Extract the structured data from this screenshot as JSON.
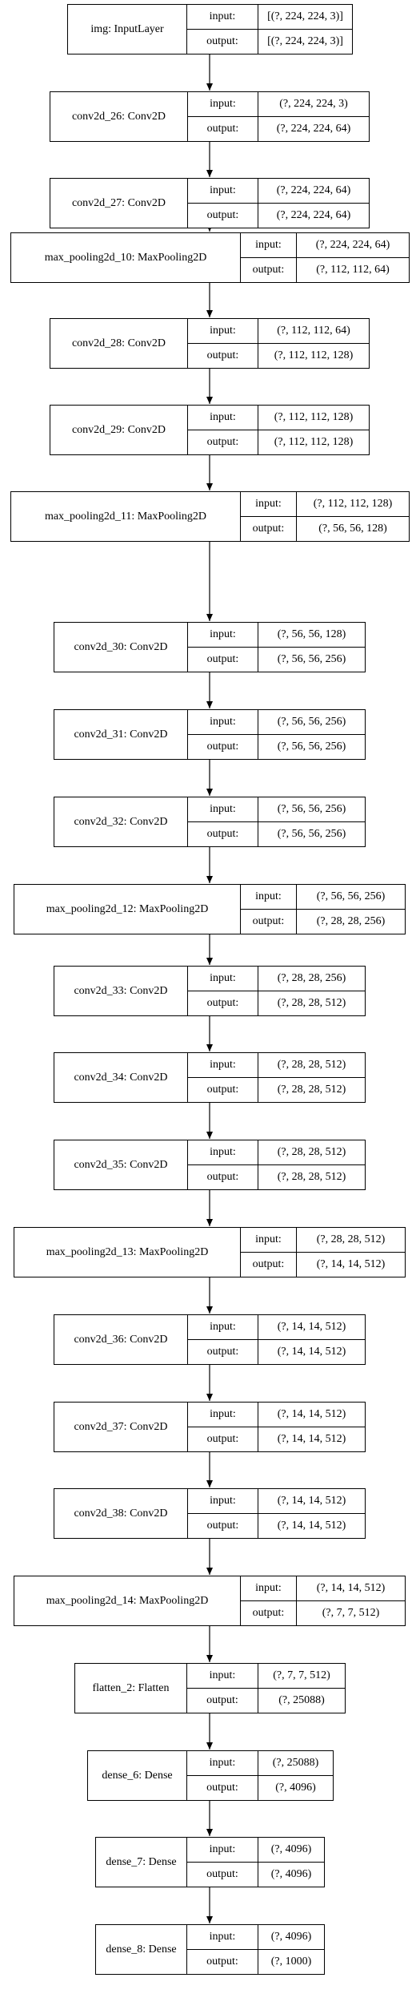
{
  "input_label": "input:",
  "output_label": "output:",
  "layers": [
    {
      "name": "img: InputLayer",
      "input": "[(?, 224, 224, 3)]",
      "output": "[(?, 224, 224, 3)]"
    },
    {
      "name": "conv2d_26: Conv2D",
      "input": "(?, 224, 224, 3)",
      "output": "(?, 224, 224, 64)"
    },
    {
      "name": "conv2d_27: Conv2D",
      "input": "(?, 224, 224, 64)",
      "output": "(?, 224, 224, 64)"
    },
    {
      "name": "max_pooling2d_10: MaxPooling2D",
      "input": "(?, 224, 224, 64)",
      "output": "(?, 112, 112, 64)"
    },
    {
      "name": "conv2d_28: Conv2D",
      "input": "(?, 112, 112, 64)",
      "output": "(?, 112, 112, 128)"
    },
    {
      "name": "conv2d_29: Conv2D",
      "input": "(?, 112, 112, 128)",
      "output": "(?, 112, 112, 128)"
    },
    {
      "name": "max_pooling2d_11: MaxPooling2D",
      "input": "(?, 112, 112, 128)",
      "output": "(?, 56, 56, 128)"
    },
    {
      "name": "conv2d_30: Conv2D",
      "input": "(?, 56, 56, 128)",
      "output": "(?, 56, 56, 256)"
    },
    {
      "name": "conv2d_31: Conv2D",
      "input": "(?, 56, 56, 256)",
      "output": "(?, 56, 56, 256)"
    },
    {
      "name": "conv2d_32: Conv2D",
      "input": "(?, 56, 56, 256)",
      "output": "(?, 56, 56, 256)"
    },
    {
      "name": "max_pooling2d_12: MaxPooling2D",
      "input": "(?, 56, 56, 256)",
      "output": "(?, 28, 28, 256)"
    },
    {
      "name": "conv2d_33: Conv2D",
      "input": "(?, 28, 28, 256)",
      "output": "(?, 28, 28, 512)"
    },
    {
      "name": "conv2d_34: Conv2D",
      "input": "(?, 28, 28, 512)",
      "output": "(?, 28, 28, 512)"
    },
    {
      "name": "conv2d_35: Conv2D",
      "input": "(?, 28, 28, 512)",
      "output": "(?, 28, 28, 512)"
    },
    {
      "name": "max_pooling2d_13: MaxPooling2D",
      "input": "(?, 28, 28, 512)",
      "output": "(?, 14, 14, 512)"
    },
    {
      "name": "conv2d_36: Conv2D",
      "input": "(?, 14, 14, 512)",
      "output": "(?, 14, 14, 512)"
    },
    {
      "name": "conv2d_37: Conv2D",
      "input": "(?, 14, 14, 512)",
      "output": "(?, 14, 14, 512)"
    },
    {
      "name": "conv2d_38: Conv2D",
      "input": "(?, 14, 14, 512)",
      "output": "(?, 14, 14, 512)"
    },
    {
      "name": "max_pooling2d_14: MaxPooling2D",
      "input": "(?, 14, 14, 512)",
      "output": "(?, 7, 7, 512)"
    },
    {
      "name": "flatten_2: Flatten",
      "input": "(?, 7, 7, 512)",
      "output": "(?, 25088)"
    },
    {
      "name": "dense_6: Dense",
      "input": "(?, 25088)",
      "output": "(?, 4096)"
    },
    {
      "name": "dense_7: Dense",
      "input": "(?, 4096)",
      "output": "(?, 4096)"
    },
    {
      "name": "dense_8: Dense",
      "input": "(?, 4096)",
      "output": "(?, 1000)"
    }
  ]
}
